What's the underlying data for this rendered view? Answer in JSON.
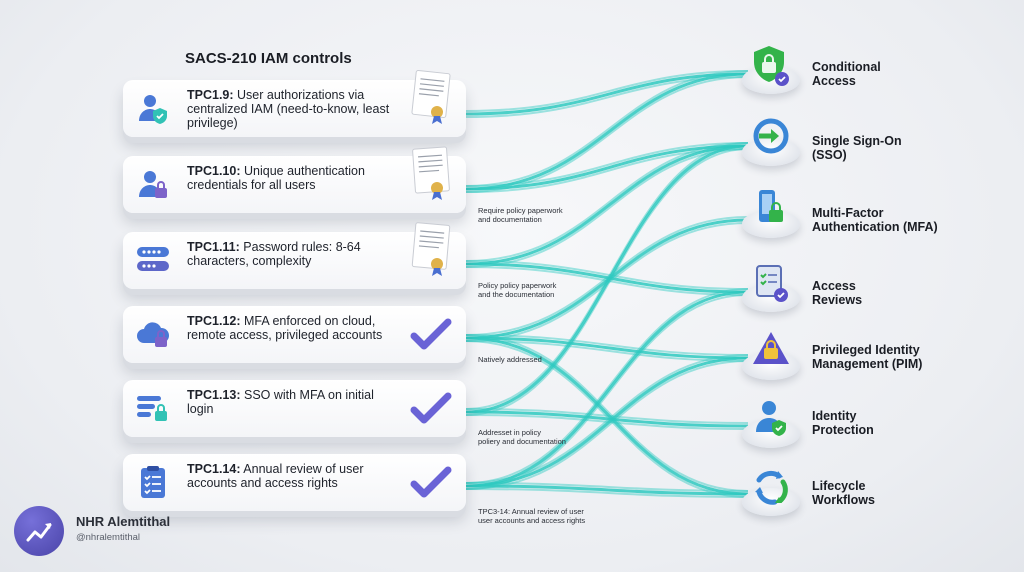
{
  "title": "SACS-210 IAM controls",
  "controls": [
    {
      "id": "TPC1.9:",
      "text": "User authorizations via centralized IAM (need-to-know, least privilege)",
      "icon": "user-shield-icon",
      "status": "document"
    },
    {
      "id": "TPC1.10:",
      "text": "Unique authentication credentials for all users",
      "icon": "user-lock-icon",
      "status": "document"
    },
    {
      "id": "TPC1.11:",
      "text": "Password rules: 8-64 characters, complexity",
      "icon": "password-field-icon",
      "status": "document"
    },
    {
      "id": "TPC1.12:",
      "text": "MFA enforced on cloud, remote access, privileged accounts",
      "icon": "cloud-lock-icon",
      "status": "check"
    },
    {
      "id": "TPC1.13:",
      "text": "SSO with MFA on initial login",
      "icon": "form-lock-icon",
      "status": "check"
    },
    {
      "id": "TPC1.14:",
      "text": "Annual review of user accounts and access rights",
      "icon": "clipboard-checklist-icon",
      "status": "check"
    }
  ],
  "notes": [
    {
      "line1": "Require policy paperwork",
      "line2": "and documentation"
    },
    {
      "line1": "Policy policy paperwork",
      "line2": "and the documentation"
    },
    {
      "line1": "Natively addressed",
      "line2": ""
    },
    {
      "line1": "Addresset in policy",
      "line2": "poliery and documentation"
    },
    {
      "line1": "TPC3-14: Annual review of user",
      "line2": "user accounts and access rights"
    }
  ],
  "services": [
    {
      "line1": "Conditional",
      "line2": "Access",
      "icon": "shield-lock-icon"
    },
    {
      "line1": "Single Sign-On",
      "line2": "(SSO)",
      "icon": "sign-in-arrow-icon"
    },
    {
      "line1": "Multi-Factor",
      "line2": "Authentication (MFA)",
      "icon": "phone-lock-icon"
    },
    {
      "line1": "Access",
      "line2": "Reviews",
      "icon": "clipboard-check-icon"
    },
    {
      "line1": "Privileged Identity",
      "line2": "Management (PIM)",
      "icon": "warning-lock-icon"
    },
    {
      "line1": "Identity",
      "line2": "Protection",
      "icon": "user-shield-check-icon"
    },
    {
      "line1": "Lifecycle",
      "line2": "Workflows",
      "icon": "cycle-arrows-icon"
    }
  ],
  "colors": {
    "flow": "#2ec9c0",
    "accent": "#5b52c9",
    "check": "#6a63d6"
  },
  "brand": {
    "name": "NHR Alemtithal",
    "handle": "@nhralemtithal"
  }
}
